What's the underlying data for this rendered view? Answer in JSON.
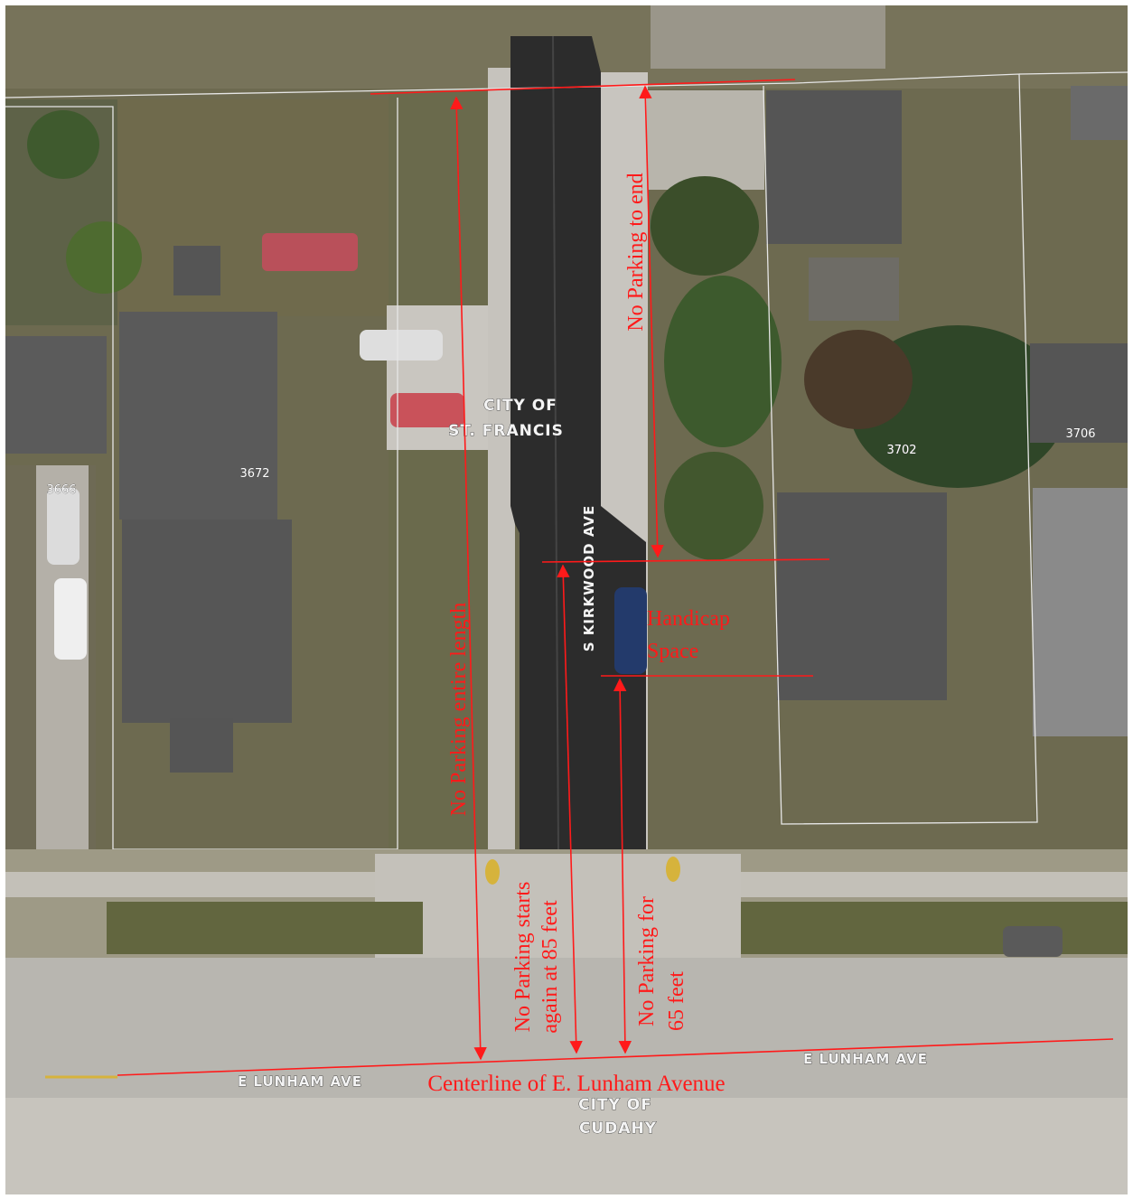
{
  "map": {
    "street_labels": {
      "kirkwood": "S KIRKWOOD AVE",
      "lunham_left": "E LUNHAM AVE",
      "lunham_right": "E LUNHAM AVE"
    },
    "municipality_labels": {
      "st_francis_line1": "CITY OF",
      "st_francis_line2": "ST. FRANCIS",
      "cudahy_line1": "CITY OF",
      "cudahy_line2": "CUDAHY"
    },
    "address_labels": {
      "a3666": "3666",
      "a3672": "3672",
      "a3702": "3702",
      "a3706": "3706"
    }
  },
  "annotations": {
    "no_parking_entire_length": "No Parking entire length",
    "no_parking_to_end": "No Parking to end",
    "handicap_line1": "Handicap",
    "handicap_line2": "Space",
    "no_parking_starts_line1": "No Parking starts",
    "no_parking_starts_line2": "again at 85 feet",
    "no_parking_for_line1": "No Parking for",
    "no_parking_for_line2": "65 feet",
    "centerline": "Centerline of E. Lunham Avenue"
  },
  "colors": {
    "annotation_red": "#ff1a1a",
    "asphalt": "#2b2b2b",
    "concrete": "#c8c8c0",
    "lawn": "#6f6a48",
    "roof": "#585858"
  }
}
